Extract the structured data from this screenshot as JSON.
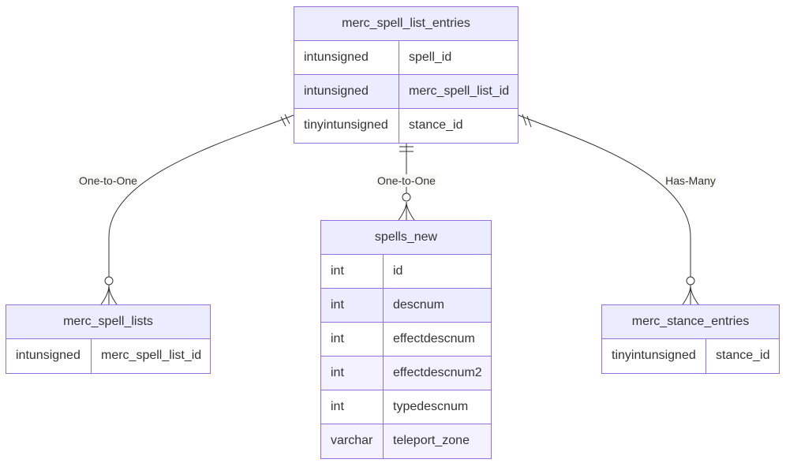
{
  "entities": {
    "merc_spell_list_entries": {
      "title": "merc_spell_list_entries",
      "rows": [
        {
          "type": "intunsigned",
          "name": "spell_id"
        },
        {
          "type": "intunsigned",
          "name": "merc_spell_list_id"
        },
        {
          "type": "tinyintunsigned",
          "name": "stance_id"
        }
      ]
    },
    "spells_new": {
      "title": "spells_new",
      "rows": [
        {
          "type": "int",
          "name": "id"
        },
        {
          "type": "int",
          "name": "descnum"
        },
        {
          "type": "int",
          "name": "effectdescnum"
        },
        {
          "type": "int",
          "name": "effectdescnum2"
        },
        {
          "type": "int",
          "name": "typedescnum"
        },
        {
          "type": "varchar",
          "name": "teleport_zone"
        }
      ]
    },
    "merc_spell_lists": {
      "title": "merc_spell_lists",
      "rows": [
        {
          "type": "intunsigned",
          "name": "merc_spell_list_id"
        }
      ]
    },
    "merc_stance_entries": {
      "title": "merc_stance_entries",
      "rows": [
        {
          "type": "tinyintunsigned",
          "name": "stance_id"
        }
      ]
    }
  },
  "relationships": [
    {
      "label": "One-to-One",
      "from": "merc_spell_list_entries",
      "to": "merc_spell_lists"
    },
    {
      "label": "One-to-One",
      "from": "merc_spell_list_entries",
      "to": "spells_new"
    },
    {
      "label": "Has-Many",
      "from": "merc_spell_list_entries",
      "to": "merc_stance_entries"
    }
  ],
  "colors": {
    "border": "#9370db",
    "header_fill": "#ececff",
    "line": "#333333"
  }
}
